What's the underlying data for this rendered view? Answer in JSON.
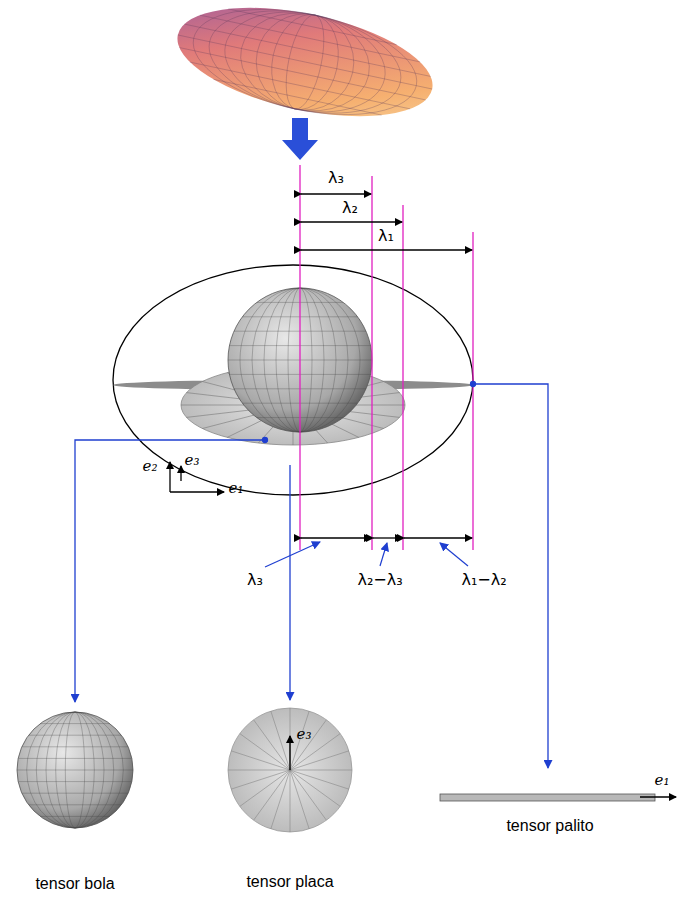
{
  "diagram": {
    "labels": [
      "λ₃",
      "λ₂",
      "λ₁",
      "e₂",
      "e₃",
      "e₁",
      "λ₃",
      "λ₂−λ₃",
      "λ₁−λ₂",
      "e₃",
      "e₁",
      "tensor bola",
      "tensor placa",
      "tensor palito"
    ]
  }
}
